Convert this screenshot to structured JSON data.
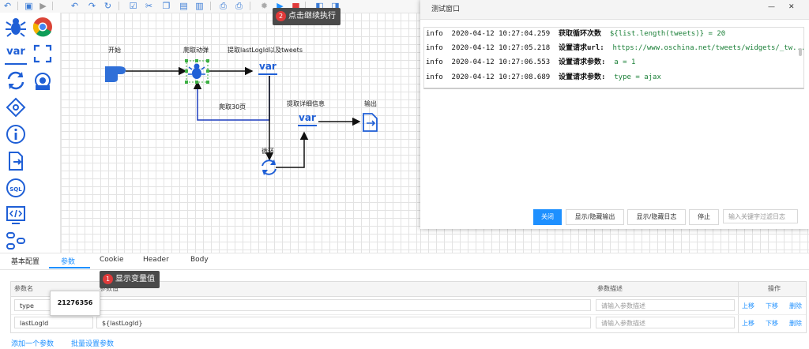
{
  "toolbar": {
    "icons": [
      "undo-icon",
      "save-icon",
      "run-icon",
      "undo-arrow-icon",
      "redo-arrow-icon",
      "history-icon",
      "checkbox-icon",
      "cut-icon",
      "copy-icon",
      "paste-icon",
      "delete-icon",
      "print-icon",
      "print-preview-icon",
      "debug-icon",
      "resume-icon",
      "stop-icon",
      "split-view-icon",
      "layout-icon"
    ]
  },
  "sidebar": {
    "items": [
      "spider-icon",
      "chrome-icon",
      "variable-icon",
      "loop-bracket-icon",
      "loop-icon",
      "process-icon",
      "condition-icon",
      "info-icon",
      "output-icon",
      "sql-icon",
      "script-icon",
      "function-icon"
    ],
    "var_label": "var",
    "sql_label": "SQL"
  },
  "canvas": {
    "nodes": {
      "start": "开始",
      "crawl": "爬取动弹",
      "extract": "提取lastLogId以及tweets",
      "crawl30": "爬取30页",
      "detail": "提取详细信息",
      "output": "输出",
      "loop": "循环"
    },
    "var_text": "var"
  },
  "tooltip_resume": {
    "badge": "2",
    "text": "点击继续执行"
  },
  "tooltip_var": {
    "badge": "1",
    "text": "显示变量值"
  },
  "dialog": {
    "title": "测试窗口",
    "minimize": "—",
    "close": "✕",
    "log": [
      {
        "level": "info",
        "time": "2020-04-12 10:27:04.259",
        "msg": "获取循环次数",
        "value": "${list.length(tweets)} = 20"
      },
      {
        "level": "info",
        "time": "2020-04-12 10:27:05.218",
        "msg": "设置请求url:",
        "value": "https://www.oschina.net/tweets/widgets/_tw..."
      },
      {
        "level": "info",
        "time": "2020-04-12 10:27:06.553",
        "msg": "设置请求参数:",
        "value": " a = 1"
      },
      {
        "level": "info",
        "time": "2020-04-12 10:27:08.689",
        "msg": "设置请求参数:",
        "value": " type = ajax"
      }
    ],
    "buttons": {
      "close": "关闭",
      "toggle_output": "显示/隐藏输出",
      "toggle_log": "显示/隐藏日志",
      "stop": "停止"
    },
    "filter_placeholder": "输入关键字过滤日志"
  },
  "tabs": [
    "基本配置",
    "参数",
    "Cookie",
    "Header",
    "Body"
  ],
  "active_tab": "参数",
  "params": {
    "headers": {
      "name": "参数名",
      "value": "参数值",
      "desc": "参数描述",
      "ops": "操作"
    },
    "rows": [
      {
        "name": "type",
        "value": "",
        "desc_placeholder": "请输入参数描述"
      },
      {
        "name": "lastLogId",
        "value": "${lastLogId}",
        "desc_placeholder": "请输入参数描述"
      }
    ],
    "actions": {
      "up": "上移",
      "down": "下移",
      "delete": "删除"
    }
  },
  "value_popup": "21276356",
  "bottom_links": {
    "add": "添加一个参数",
    "batch": "批量设置参数"
  },
  "colors": {
    "accent": "#1e90ff",
    "flow_blue": "#1f3fbf",
    "badge": "#e03a3a"
  }
}
